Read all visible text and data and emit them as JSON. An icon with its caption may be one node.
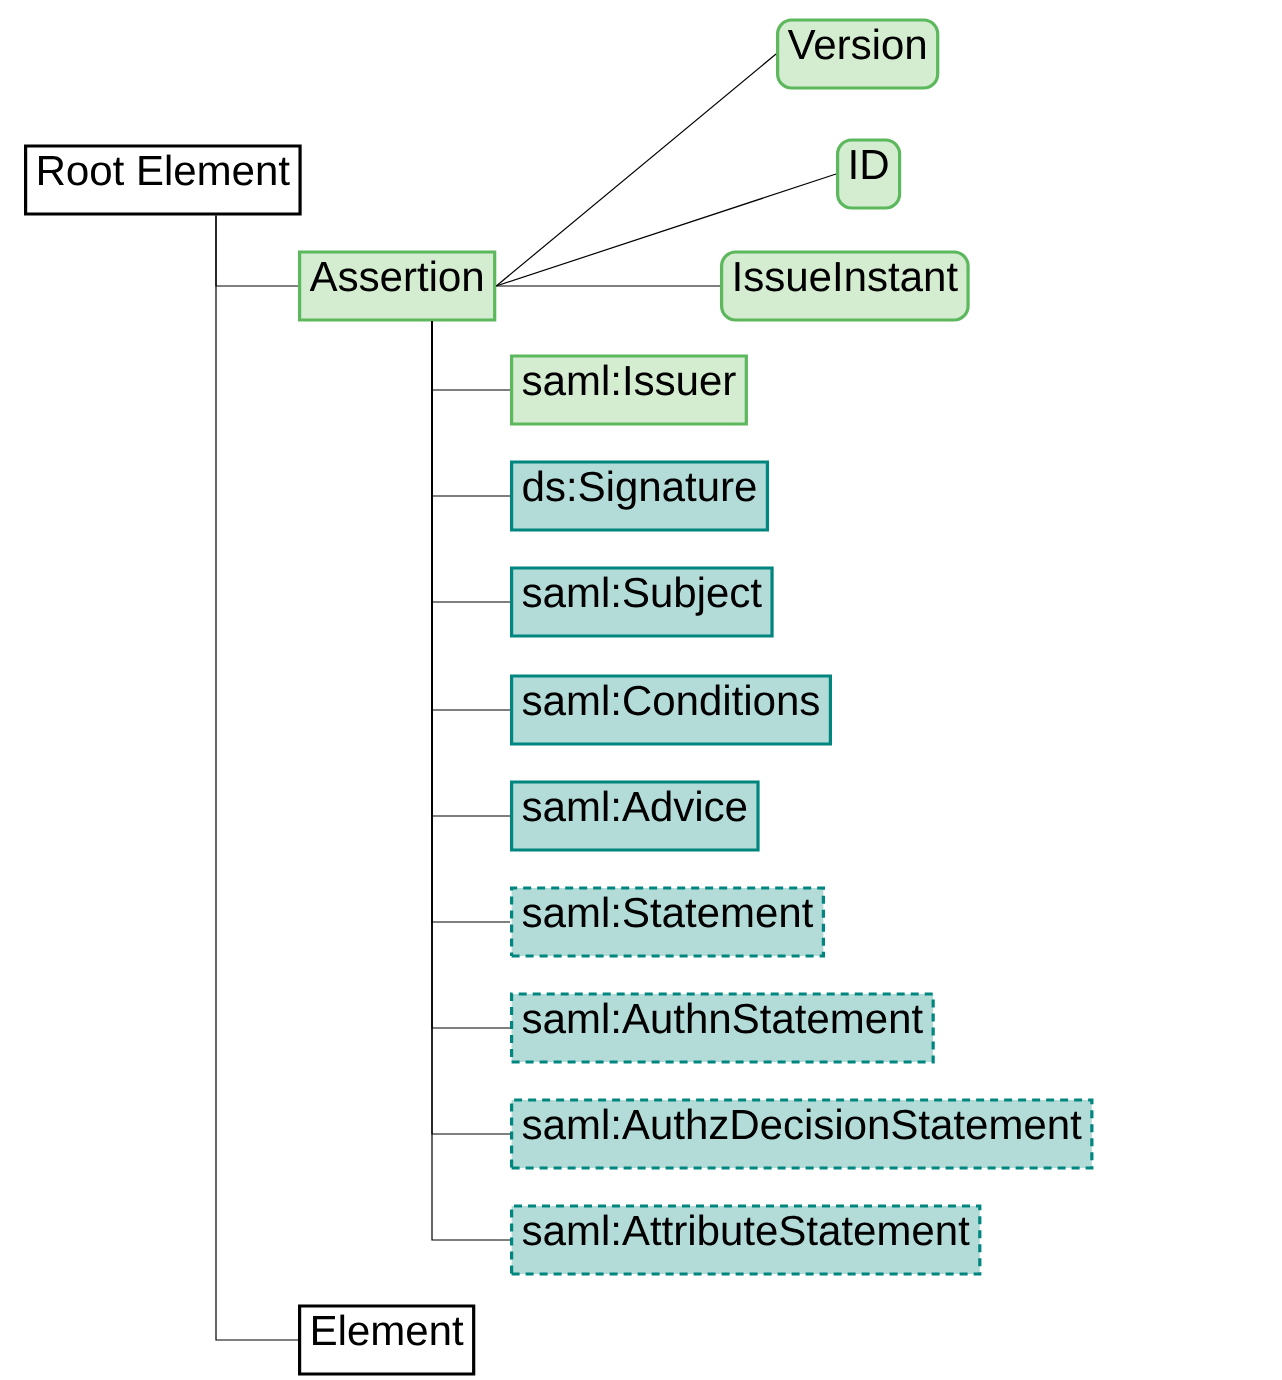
{
  "diagram": {
    "nodes": [
      {
        "text": [
          "Root Element"
        ]
      },
      {
        "text": [
          "Assertion"
        ]
      },
      {
        "text": [
          "Version"
        ]
      },
      {
        "text": [
          "ID"
        ]
      },
      {
        "text": [
          "IssueInstant"
        ]
      },
      {
        "text": [
          "saml:Issuer"
        ]
      },
      {
        "text": [
          "ds:Signature"
        ]
      },
      {
        "text": [
          "saml:Subject"
        ]
      },
      {
        "text": [
          "saml:Conditions"
        ]
      },
      {
        "text": [
          "saml:Advice"
        ]
      },
      {
        "text": [
          "saml:Statement"
        ]
      },
      {
        "text": [
          "saml:AuthnStatement"
        ]
      },
      {
        "text": [
          "saml:AuthzDecisionStatement"
        ]
      },
      {
        "text": [
          "saml:AttributeStatement"
        ]
      },
      {
        "text": [
          "Element"
        ]
      }
    ],
    "edges": [
      {
        "from": 0,
        "to": 1,
        "arrow": "none"
      },
      {
        "from": 1,
        "to": 2,
        "arrow": "none"
      },
      {
        "from": 1,
        "to": 3,
        "arrow": "none"
      },
      {
        "from": 1,
        "to": 4,
        "arrow": "none"
      },
      {
        "from": 1,
        "to": 5,
        "arrow": "none"
      },
      {
        "from": 1,
        "to": 6,
        "arrow": "none"
      },
      {
        "from": 1,
        "to": 7,
        "arrow": "none"
      },
      {
        "from": 1,
        "to": 8,
        "arrow": "none"
      },
      {
        "from": 1,
        "to": 9,
        "arrow": "none"
      },
      {
        "from": 1,
        "to": 10,
        "arrow": "none"
      },
      {
        "from": 1,
        "to": 11,
        "arrow": "none"
      },
      {
        "from": 1,
        "to": 12,
        "arrow": "none"
      },
      {
        "from": 1,
        "to": 13,
        "arrow": "none"
      },
      {
        "from": 0,
        "to": 14,
        "arrow": "none"
      }
    ]
  }
}
